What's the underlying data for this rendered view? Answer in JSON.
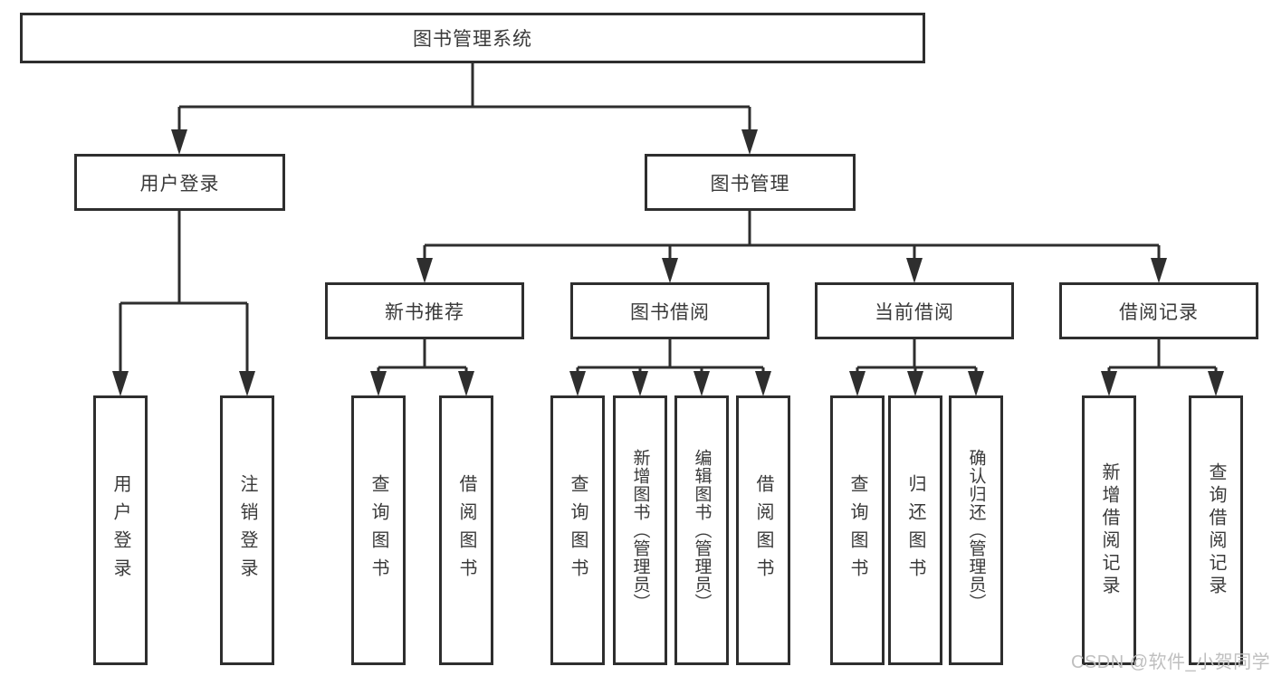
{
  "diagram": {
    "root": "图书管理系统",
    "user_login": {
      "label": "用户登录",
      "leaves": [
        "用户登录",
        "注销登录"
      ]
    },
    "book_mgmt": {
      "label": "图书管理",
      "sections": [
        {
          "label": "新书推荐",
          "leaves": [
            "查询图书",
            "借阅图书"
          ]
        },
        {
          "label": "图书借阅",
          "leaves": [
            "查询图书",
            "新增图书（管理员）",
            "编辑图书（管理员）",
            "借阅图书"
          ]
        },
        {
          "label": "当前借阅",
          "leaves": [
            "查询图书",
            "归还图书",
            "确认归还（管理员）"
          ]
        },
        {
          "label": "借阅记录",
          "leaves": [
            "新增借阅记录",
            "查询借阅记录"
          ]
        }
      ]
    }
  },
  "watermark": "CSDN @软件_小贺同学",
  "colors": {
    "line": "#2e2e2e",
    "text": "#3a3a3a",
    "watermark": "#bfbfbf",
    "background": "#ffffff"
  }
}
